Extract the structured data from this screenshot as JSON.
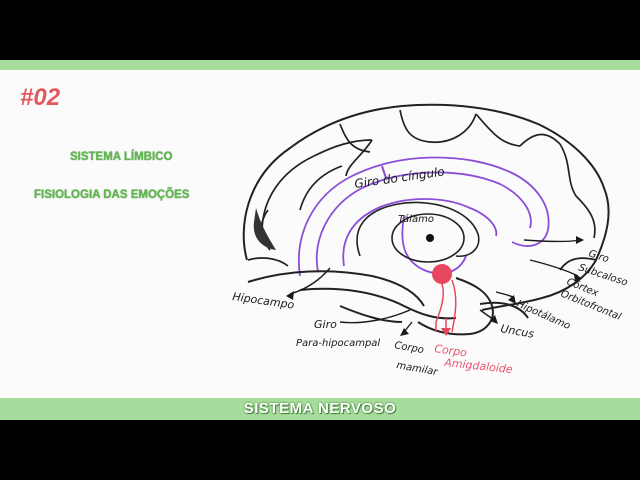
{
  "episode": "#02",
  "subtitle_1": "SISTEMA LÍMBICO",
  "subtitle_2": "FISIOLOGIA DAS EMOÇÕES",
  "footer": "SISTEMA NERVOSO",
  "labels": {
    "giro_cingulo": "Giro do cíngulo",
    "talamo": "Tálamo",
    "giro_subcaloso_1": "Giro",
    "giro_subcaloso_2": "Subcaloso",
    "cortex_1": "Córtex",
    "cortex_2": "Orbitofrontal",
    "hipotalamo": "Hipotálamo",
    "hipocampo": "Hipocampo",
    "uncus": "Uncus",
    "giro_para_1": "Giro",
    "giro_para_2": "Para-hipocampal",
    "corpo_mamilar_1": "Corpo",
    "corpo_mamilar_2": "mamilar",
    "amigdala_1": "Corpo",
    "amigdala_2": "Amigdaloide"
  },
  "colors": {
    "episode": "#e2585c",
    "subtitle": "#5fb94f",
    "band": "#a6dd9c",
    "limbic_outline": "#8a4fd6",
    "amygdala": "#e8465f"
  }
}
